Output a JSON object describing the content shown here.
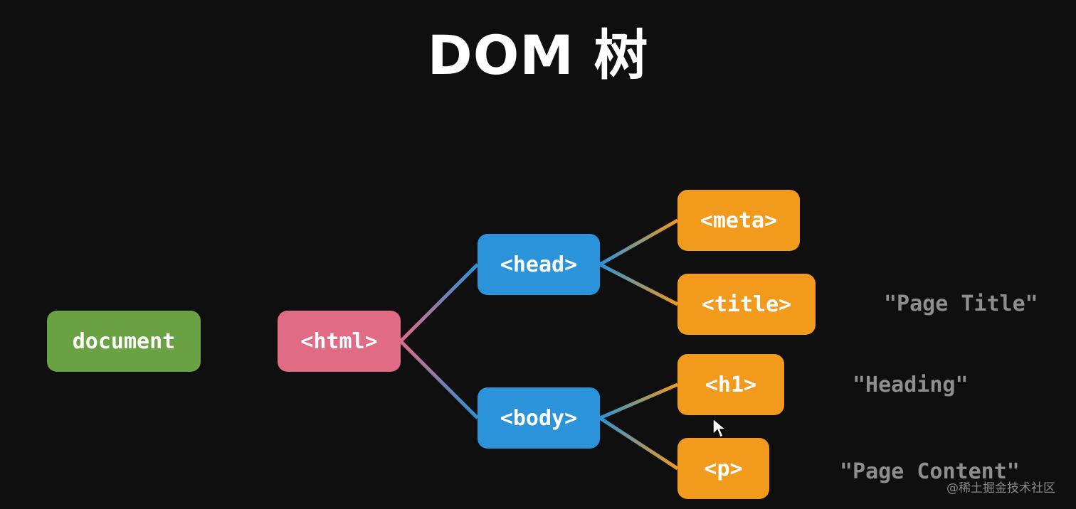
{
  "title": "DOM 树",
  "nodes": {
    "document": "document",
    "html": "<html>",
    "head": "<head>",
    "body": "<body>",
    "meta": "<meta>",
    "title": "<title>",
    "h1": "<h1>",
    "p": "<p>"
  },
  "text_nodes": {
    "page_title": "\"Page Title\"",
    "heading": "\"Heading\"",
    "page_content": "\"Page Content\""
  },
  "watermark": "@稀土掘金技术社区",
  "colors": {
    "background": "#0f0f0f",
    "document": "#6aa143",
    "html": "#e16a84",
    "head_body": "#2b93d9",
    "leaf": "#f29a1c",
    "text_node": "#8e8e8e"
  }
}
